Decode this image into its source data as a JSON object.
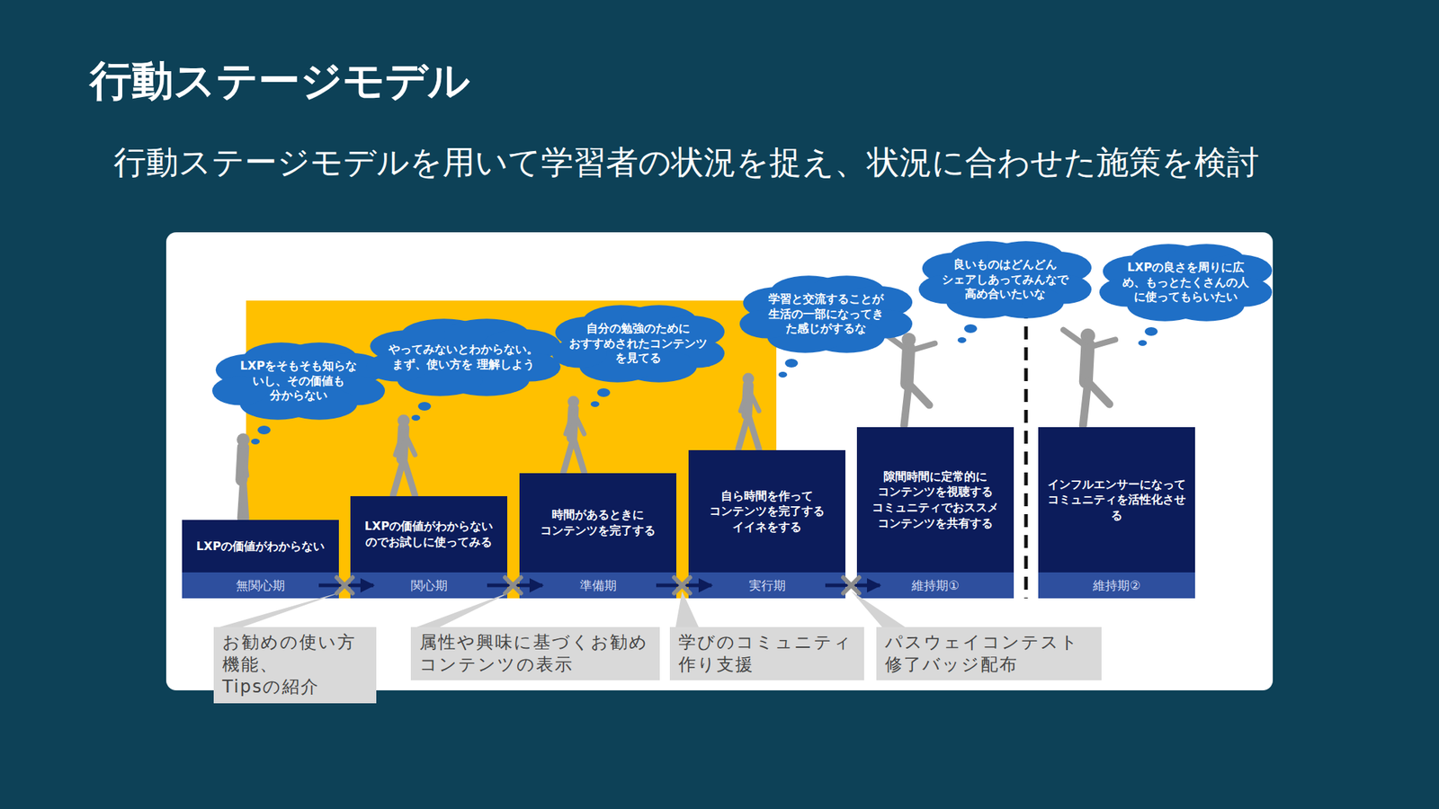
{
  "diagram": {
    "title": "行動ステージモデル",
    "nodes": [
      {
        "text": [
          "LXPの価値がわからない",
          "無関心期"
        ]
      },
      {
        "text": [
          "LXPの価値がわからない のでお試しに使ってみる",
          "関心期"
        ]
      },
      {
        "text": [
          "時間があるときに コンテンツを完了する",
          "準備期"
        ]
      },
      {
        "text": [
          "自ら時間を作って コンテンツを完了する イイネをする",
          "実行期"
        ]
      },
      {
        "text": [
          "隙間時間に定常的に コンテンツを視聴する コミュニティでおススメ コンテンツを共有する",
          "維持期①"
        ]
      },
      {
        "text": [
          "インフルエンサーになって コミュニティを活性化させ る",
          "維持期②"
        ]
      },
      {
        "text": [
          "LXPをそもそも知らな いし、その価値も 分からない"
        ]
      },
      {
        "text": [
          "やってみないとわからない。 まず、使い方を 理解しよう"
        ]
      },
      {
        "text": [
          "自分の勉強のために おすすめされたコンテンツ を見てる"
        ]
      },
      {
        "text": [
          "学習と交流することが 生活の一部になってき た感じがするな"
        ]
      },
      {
        "text": [
          "良いものはどんどん シェアしあってみんなで 高め合いたいな"
        ]
      },
      {
        "text": [
          "LXPの良さを周りに広 め、もっとたくさんの人 に使ってもらいたい"
        ]
      },
      {
        "text": [
          "お勧めの使い方 機能、Tipsの紹介"
        ]
      },
      {
        "text": [
          "属性や興味に基づくお勧め コンテンツの表示"
        ]
      },
      {
        "text": [
          "学びのコミュニティ 作り支援"
        ]
      },
      {
        "text": [
          "パスウェイコンテスト 修了バッジ配布"
        ]
      }
    ],
    "edges": [
      {
        "from": 0,
        "to": 1,
        "arrow": "to"
      },
      {
        "from": 1,
        "to": 2,
        "arrow": "to"
      },
      {
        "from": 2,
        "to": 3,
        "arrow": "to"
      },
      {
        "from": 3,
        "to": 4,
        "arrow": "to"
      }
    ],
    "labels": [
      "行動ステージモデルを用いて学習者の状況を捉え、状況に合わせた施策を検討"
    ]
  }
}
